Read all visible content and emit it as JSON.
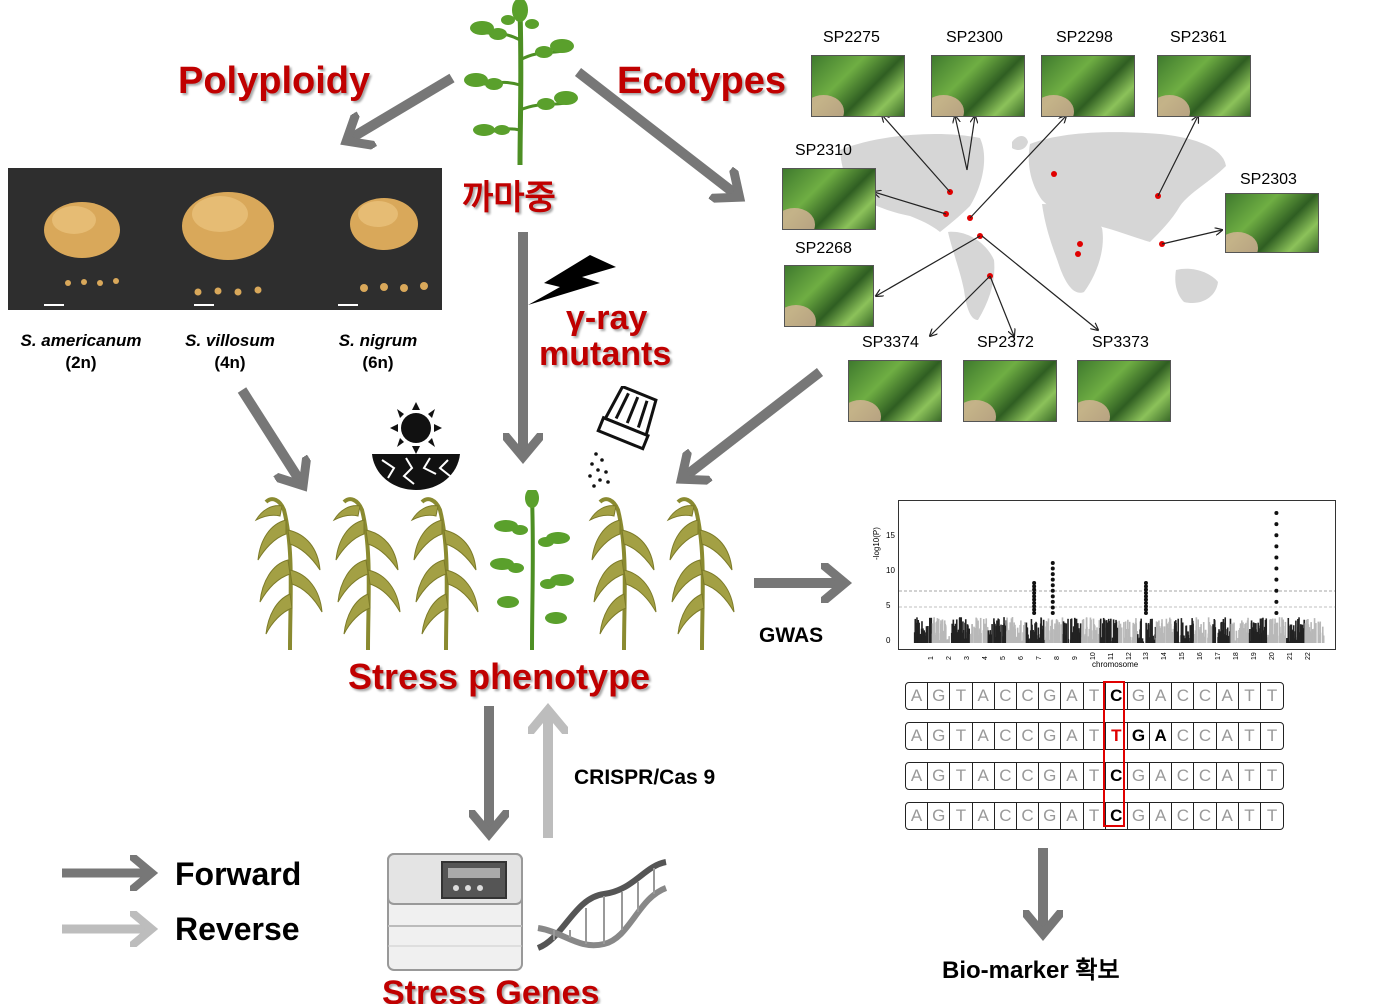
{
  "labels": {
    "polyploidy": "Polyploidy",
    "ecotypes": "Ecotypes",
    "center_plant": "까마중",
    "gamma_line1": "γ-ray",
    "gamma_line2": "mutants",
    "stress_phenotype": "Stress phenotype",
    "gwas": "GWAS",
    "crispr": "CRISPR/Cas 9",
    "stress_genes": "Stress Genes",
    "biomarker": "Bio-marker 확보"
  },
  "species": [
    {
      "name": "S. americanum",
      "ploidy": "(2n)"
    },
    {
      "name": "S. villosum",
      "ploidy": "(4n)"
    },
    {
      "name": "S. nigrum",
      "ploidy": "(6n)"
    }
  ],
  "ecotypes": {
    "sp2275": "SP2275",
    "sp2300": "SP2300",
    "sp2298": "SP2298",
    "sp2361": "SP2361",
    "sp2310": "SP2310",
    "sp2303": "SP2303",
    "sp2268": "SP2268",
    "sp3374": "SP3374",
    "sp2372": "SP2372",
    "sp3373": "SP3373"
  },
  "legend": {
    "forward": "Forward",
    "reverse": "Reverse",
    "forward_color": "#777777",
    "reverse_color": "#bdbdbd"
  },
  "manhattan": {
    "ylabel": "-log10(P)",
    "xlabel": "chromosome",
    "yticks": [
      "0",
      "5",
      "10",
      "15"
    ],
    "chromosomes": [
      "1",
      "2",
      "3",
      "4",
      "5",
      "6",
      "7",
      "8",
      "9",
      "10",
      "11",
      "12",
      "13",
      "14",
      "15",
      "16",
      "17",
      "18",
      "19",
      "20",
      "21",
      "22"
    ]
  },
  "sequences": [
    [
      "A",
      "G",
      "T",
      "A",
      "C",
      "C",
      "G",
      "A",
      "T",
      "C",
      "G",
      "A",
      "C",
      "C",
      "A",
      "T",
      "T"
    ],
    [
      "A",
      "G",
      "T",
      "A",
      "C",
      "C",
      "G",
      "A",
      "T",
      "T",
      "G",
      "A",
      "C",
      "C",
      "A",
      "T",
      "T"
    ],
    [
      "A",
      "G",
      "T",
      "A",
      "C",
      "C",
      "G",
      "A",
      "T",
      "C",
      "G",
      "A",
      "C",
      "C",
      "A",
      "T",
      "T"
    ],
    [
      "A",
      "G",
      "T",
      "A",
      "C",
      "C",
      "G",
      "A",
      "T",
      "C",
      "G",
      "A",
      "C",
      "C",
      "A",
      "T",
      "T"
    ]
  ],
  "colors": {
    "accent_red": "#c00000",
    "arrow_gray": "#777777",
    "plant_green": "#5aa02c",
    "wilted": "#9a9a3a"
  }
}
